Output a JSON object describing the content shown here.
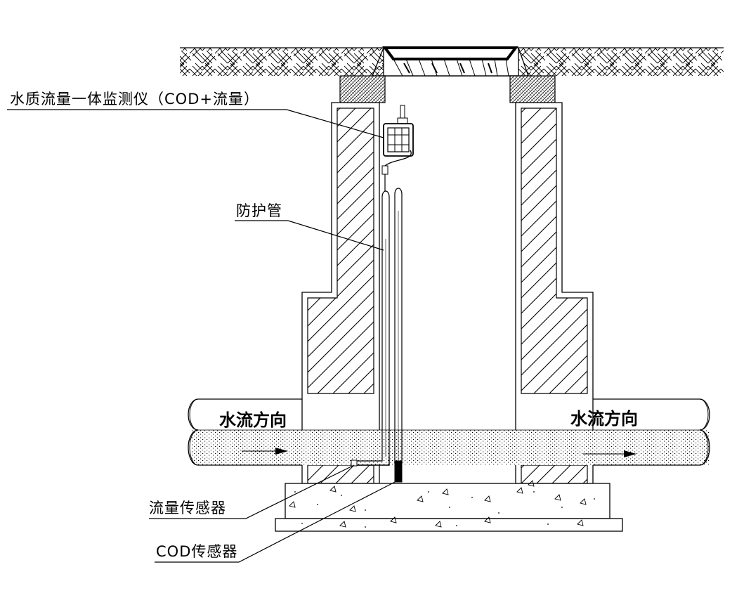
{
  "labels": {
    "monitor": "水质流量一体监测仪（COD+流量）",
    "protective_pipe": "防护管",
    "flow_sensor": "流量传感器",
    "cod_sensor": "COD传感器"
  },
  "flow_direction": {
    "left": "水流方向",
    "right": "水流方向"
  }
}
